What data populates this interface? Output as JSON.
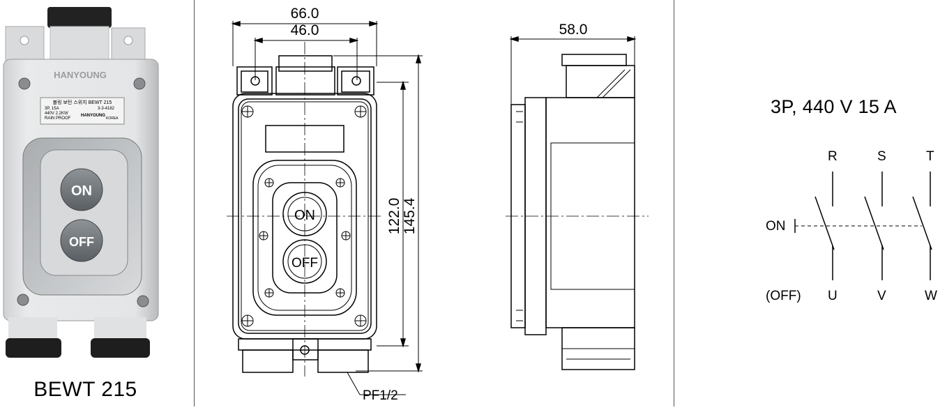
{
  "product": {
    "model_label": "BEWT 215",
    "brand_text": "HANYOUNG",
    "nameplate_title": "볼링 보턴 스위치 BEWT 215",
    "nameplate_line1": "3P, 15A",
    "nameplate_line2": "440V 2.2KW",
    "nameplate_line3": "RAIN PROOF",
    "nameplate_code": "3-3-4182",
    "nameplate_country": "KOREA",
    "on_label": "ON",
    "off_label": "OFF"
  },
  "front_view": {
    "dim_width_outer": "66.0",
    "dim_width_inner": "46.0",
    "dim_height_inner": "122.0",
    "dim_height_outer": "145.4",
    "thread_label": "PF1/2",
    "on_label": "ON",
    "off_label": "OFF"
  },
  "side_view": {
    "dim_depth": "58.0"
  },
  "wiring": {
    "rating": "3P, 440 V 15 A",
    "top_terminals": [
      "R",
      "S",
      "T"
    ],
    "bottom_terminals": [
      "U",
      "V",
      "W"
    ],
    "on_label": "ON",
    "off_label": "(OFF)"
  }
}
